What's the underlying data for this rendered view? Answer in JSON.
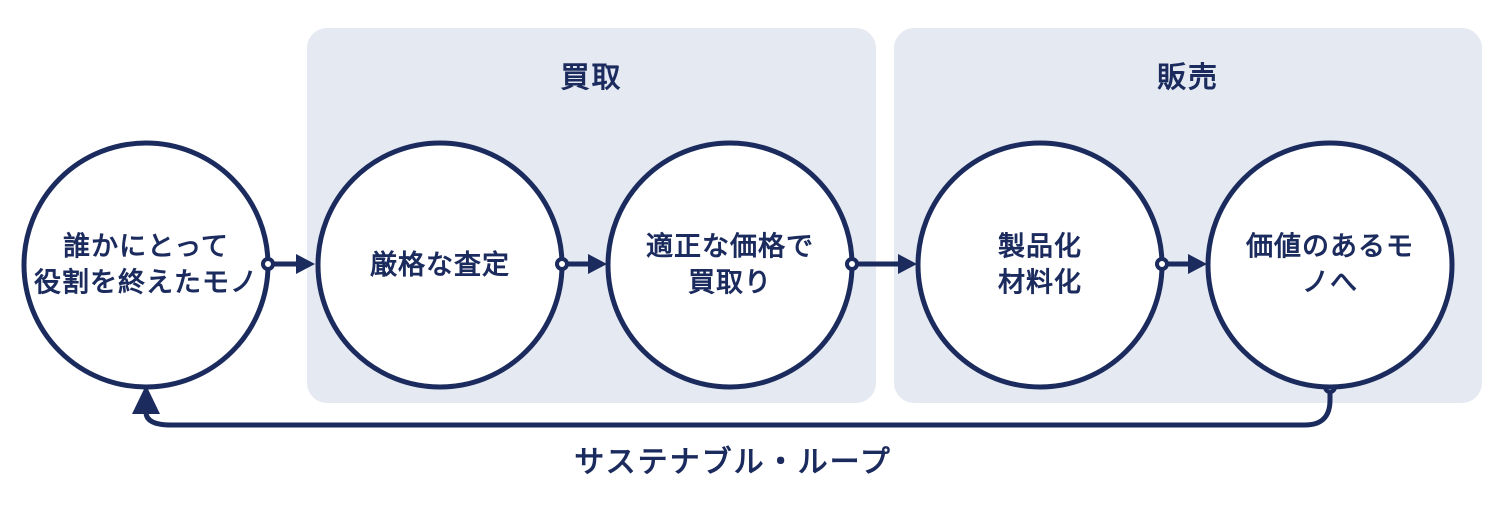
{
  "sections": [
    {
      "label": "買取"
    },
    {
      "label": "販売"
    }
  ],
  "nodes": [
    {
      "label": "誰かにとって\n役割を終えたモノ"
    },
    {
      "label": "厳格な査定"
    },
    {
      "label": "適正な価格で\n買取り"
    },
    {
      "label": "製品化\n材料化"
    },
    {
      "label": "価値のあるモノへ"
    }
  ],
  "loop": {
    "label": "サステナブル・ループ"
  },
  "colors": {
    "navy": "#1B2B5E",
    "section_bg": "#E5E9F1",
    "page_bg": "#FFFFFF"
  }
}
